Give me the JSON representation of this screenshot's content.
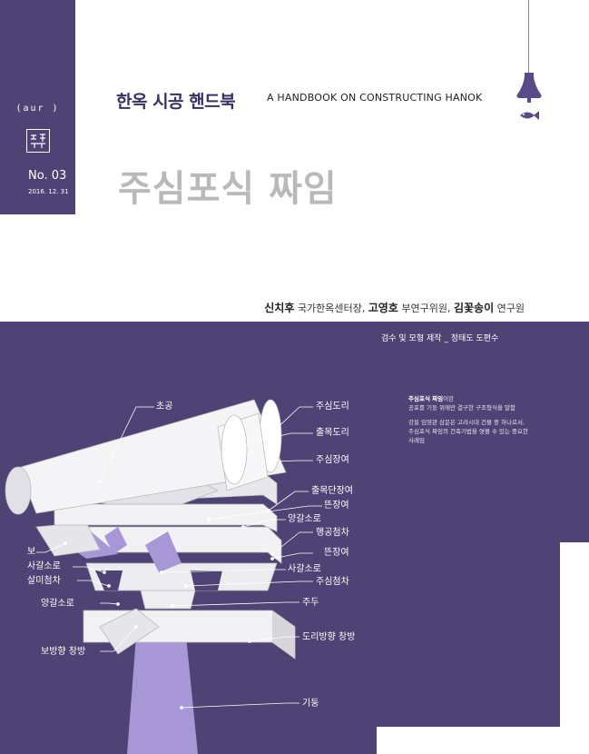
{
  "header": {
    "title_kr": "한옥 시공 핸드북",
    "title_en": "A HANDBOOK ON CONSTRUCTING HANOK",
    "main_title": "주심포식 짜임"
  },
  "sidebar": {
    "brand": "(aur )",
    "issue_no": "No. 03",
    "issue_date": "2016. 12. 31"
  },
  "authors": {
    "name1": "신치후",
    "role1": "국가한옥센터장,",
    "name2": "고영호",
    "role2": "부연구위원,",
    "name3": "김꽃송이",
    "role3": "연구원"
  },
  "credits": "검수 및 모형 제작 _ 정태도 도편수",
  "description": {
    "term": "주심포식 짜임",
    "term_suffix": "이란",
    "line1": "공포를 기둥 위에만 결구한 구조형식을 말함",
    "line2": "강릉 임영관 삼문은 고려시대 건물 중 하나로서,",
    "line3": "주심포식 짜임의 건축기법을 엿볼 수 있는 중요한",
    "line4": "사례임"
  },
  "labels": {
    "chogong": "초공",
    "jusimdori": "주심도리",
    "chulmokdori": "출목도리",
    "jusimjangyeo": "주심장여",
    "chulmokdanjangyeo": "출목단장여",
    "tteunjangyeo1": "뜬장여",
    "yanggalsoro1": "양갈소로",
    "haenggongcheomcha": "행공첨차",
    "bo": "보",
    "tteunjangyeo2": "뜬장여",
    "sagalsoro_left": "사갈소로",
    "sagalsoro_right": "사갈소로",
    "salmicheomcha": "살미첨차",
    "jusimcheomcha": "주심첨차",
    "yanggalsoro2": "양갈소로",
    "judu": "주두",
    "dori_changbang": "도리방향 창방",
    "bo_changbang": "보방향 창방",
    "gidung": "기둥"
  },
  "colors": {
    "panel": "#4e4374",
    "accent_light": "#a797d6",
    "title_gray": "#b9b9bb"
  },
  "icons": [
    "bell-icon",
    "fish-icon",
    "hanok-stamp-icon"
  ]
}
